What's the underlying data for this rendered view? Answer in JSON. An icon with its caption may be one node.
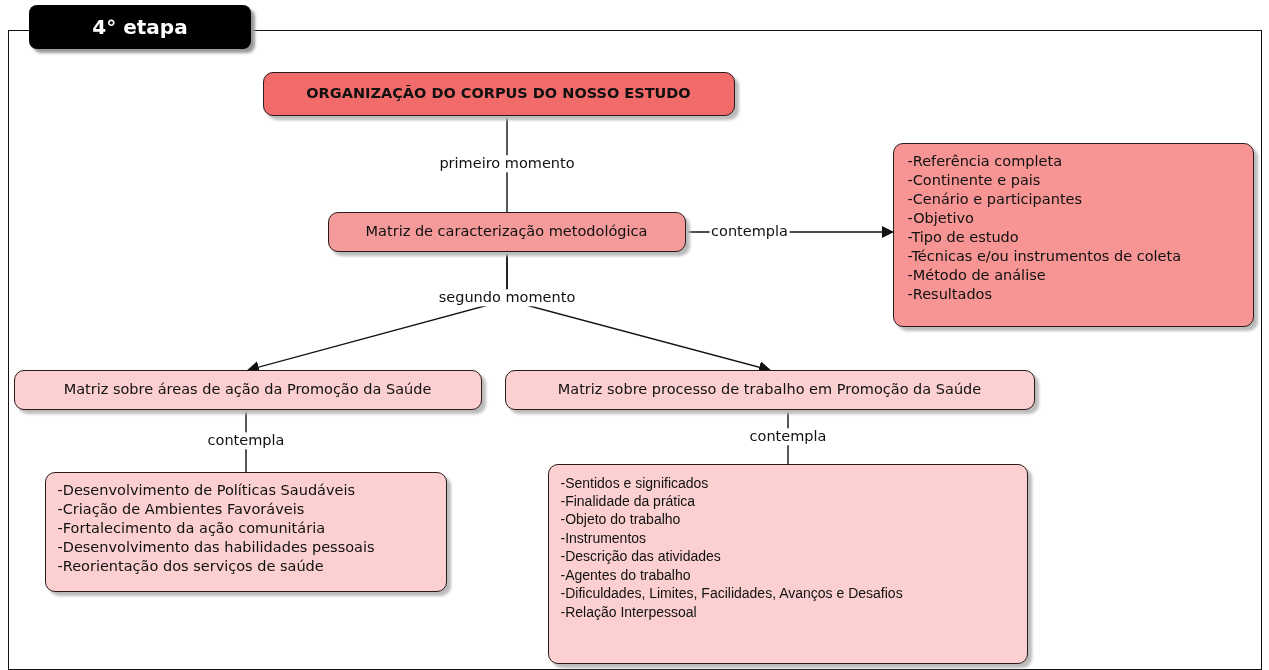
{
  "diagram": {
    "nodes": [
      {
        "text": [
          "4° etapa"
        ]
      },
      {
        "text": [
          "ORGANIZAÇÃO DO CORPUS DO NOSSO ESTUDO"
        ],
        "in": 0
      },
      {
        "text": [
          "Matriz de caracterização metodológica"
        ],
        "in": 0
      },
      {
        "text": [
          "-Referência completa",
          "-Continente e pais",
          "-Cenário e participantes",
          "-Objetivo",
          "-Tipo de estudo",
          "-Técnicas e/ou instrumentos de coleta",
          "-Método de análise",
          "-Resultados"
        ],
        "in": 0
      },
      {
        "text": [
          "Matriz sobre áreas de ação da Promoção da Saúde"
        ],
        "in": 0
      },
      {
        "text": [
          "Matriz sobre processo de trabalho em Promoção da Saúde"
        ],
        "in": 0
      },
      {
        "text": [
          "-Desenvolvimento de Políticas Saudáveis",
          "-Criação de Ambientes Favoráveis",
          "-Fortalecimento da ação comunitária",
          "-Desenvolvimento das habilidades pessoais",
          "-Reorientação dos serviços de saúde"
        ],
        "in": 0
      },
      {
        "text": [
          "-Sentidos e significados",
          "-Finalidade da prática",
          "-Objeto do trabalho",
          "-Instrumentos",
          "-Descrição das atividades",
          "-Agentes do trabalho",
          "-Dificuldades, Limites, Facilidades, Avanços e Desafios",
          "-Relação Interpessoal"
        ],
        "in": 0
      }
    ],
    "edges": [
      {
        "from": 1,
        "to": 2,
        "arrow": "none",
        "label": "primeiro momento"
      },
      {
        "from": 2,
        "to": 3,
        "arrow": "to",
        "label": "contempla"
      },
      {
        "from": 2,
        "to": 4,
        "arrow": "to",
        "label": "segundo momento"
      },
      {
        "from": 2,
        "to": 5,
        "arrow": "to"
      },
      {
        "from": 4,
        "to": 6,
        "arrow": "none",
        "label": "contempla"
      },
      {
        "from": 5,
        "to": 7,
        "arrow": "none",
        "label": "contempla"
      }
    ]
  }
}
